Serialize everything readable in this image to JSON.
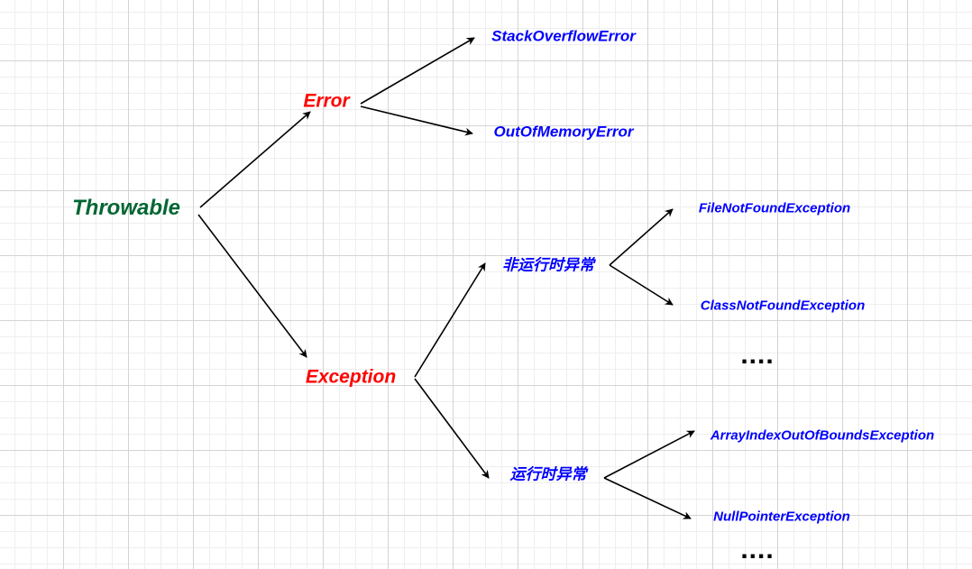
{
  "diagram": {
    "colors": {
      "root": "#006633",
      "category": "#ff0000",
      "leaf": "#0000ff",
      "edge": "#000000",
      "ellipsis": "#000000"
    },
    "nodes": {
      "throwable": "Throwable",
      "error": "Error",
      "exception": "Exception",
      "stack_overflow_error": "StackOverflowError",
      "out_of_memory_error": "OutOfMemoryError",
      "checked_exception": "非运行时异常",
      "runtime_exception": "运行时异常",
      "file_not_found_exception": "FileNotFoundException",
      "class_not_found_exception": "ClassNotFoundException",
      "array_index_out_of_bounds_exception": "ArrayIndexOutOfBoundsException",
      "null_pointer_exception": "NullPointerException",
      "checked_more": "....",
      "runtime_more": "...."
    },
    "edges": [
      {
        "from": "throwable",
        "to": "error"
      },
      {
        "from": "throwable",
        "to": "exception"
      },
      {
        "from": "error",
        "to": "stack_overflow_error"
      },
      {
        "from": "error",
        "to": "out_of_memory_error"
      },
      {
        "from": "exception",
        "to": "checked_exception"
      },
      {
        "from": "exception",
        "to": "runtime_exception"
      },
      {
        "from": "checked_exception",
        "to": "file_not_found_exception"
      },
      {
        "from": "checked_exception",
        "to": "class_not_found_exception"
      },
      {
        "from": "runtime_exception",
        "to": "array_index_out_of_bounds_exception"
      },
      {
        "from": "runtime_exception",
        "to": "null_pointer_exception"
      }
    ]
  }
}
